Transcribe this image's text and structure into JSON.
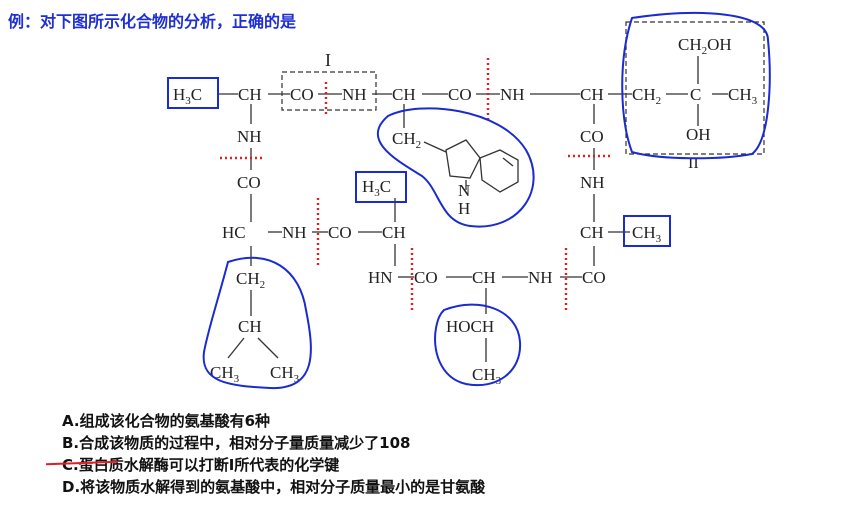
{
  "title": "例：对下图所示化合物的分析，正确的是",
  "labels": {
    "roman_one": "I",
    "roman_two": "II"
  },
  "groups": {
    "h3c_1": "H",
    "h3c_1_sub": "3",
    "h3c_1_c": "C",
    "h3c_2": "H",
    "h3c_2_sub": "3",
    "h3c_2_c": "C",
    "ch": "CH",
    "co": "CO",
    "nh": "NH",
    "hc": "HC",
    "hn": "HN",
    "ch2": "CH",
    "ch2_sub": "2",
    "ch2oh": "CH",
    "ch2oh_sub": "2",
    "ch2oh_oh": "OH",
    "c": "C",
    "oh": "OH",
    "ch3": "CH",
    "ch3_sub": "3",
    "hoch": "HOCH",
    "n": "N",
    "h": "H"
  },
  "options": [
    {
      "label": "A.组成该化合物的氨基酸有6种"
    },
    {
      "label": "B.合成该物质的过程中，相对分子量质量减少了108"
    },
    {
      "label": "C.蛋白质水解酶可以打断Ⅰ所代表的化学键"
    },
    {
      "label": "D.将该物质水解得到的氨基酸中，相对分子质量最小的是甘氨酸"
    }
  ],
  "colors": {
    "title": "#1f2fd6",
    "annotation_blue": "#1a2bd0",
    "dotted_red": "#e02020",
    "text": "#222222"
  }
}
